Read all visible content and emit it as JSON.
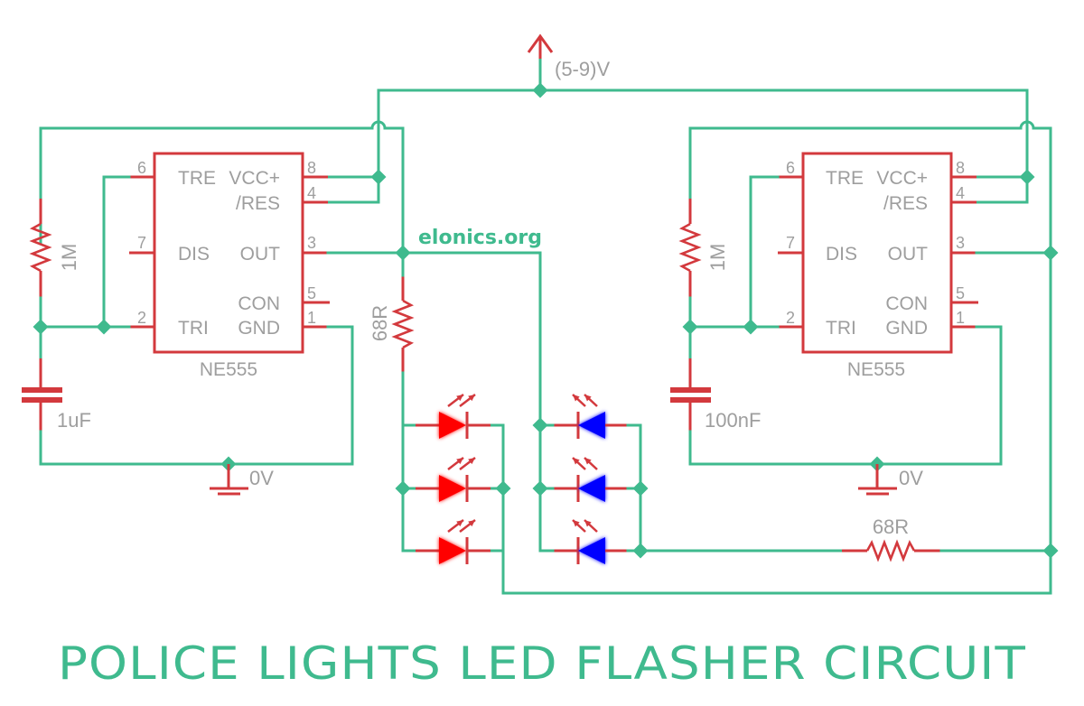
{
  "diagram": {
    "title": "POLICE LIGHTS LED FLASHER CIRCUIT",
    "watermark": "elonics.org",
    "supply_label": "(5-9)V",
    "colors": {
      "wire": "#3fba8e",
      "component": "#d3393d",
      "label": "#9e9e9e",
      "led_red": "#ff0000",
      "led_blue": "#0000ff"
    },
    "ic_left": {
      "part": "NE555",
      "pins": [
        {
          "num": "6",
          "name": "TRE"
        },
        {
          "num": "7",
          "name": "DIS"
        },
        {
          "num": "2",
          "name": "TRI"
        },
        {
          "num": "8",
          "name": "VCC+"
        },
        {
          "num": "4",
          "name": "/RES"
        },
        {
          "num": "3",
          "name": "OUT"
        },
        {
          "num": "5",
          "name": "CON"
        },
        {
          "num": "1",
          "name": "GND"
        }
      ]
    },
    "ic_right": {
      "part": "NE555",
      "pins": [
        {
          "num": "6",
          "name": "TRE"
        },
        {
          "num": "7",
          "name": "DIS"
        },
        {
          "num": "2",
          "name": "TRI"
        },
        {
          "num": "8",
          "name": "VCC+"
        },
        {
          "num": "4",
          "name": "/RES"
        },
        {
          "num": "3",
          "name": "OUT"
        },
        {
          "num": "5",
          "name": "CON"
        },
        {
          "num": "1",
          "name": "GND"
        }
      ]
    },
    "components": {
      "r_left_timing": "1M",
      "c_left_timing": "1uF",
      "r_right_timing": "1M",
      "c_right_timing": "100nF",
      "r_red_leds": "68R",
      "r_blue_leds": "68R",
      "ground_left": "0V",
      "ground_right": "0V"
    },
    "leds": {
      "red_count": 3,
      "blue_count": 3
    }
  }
}
